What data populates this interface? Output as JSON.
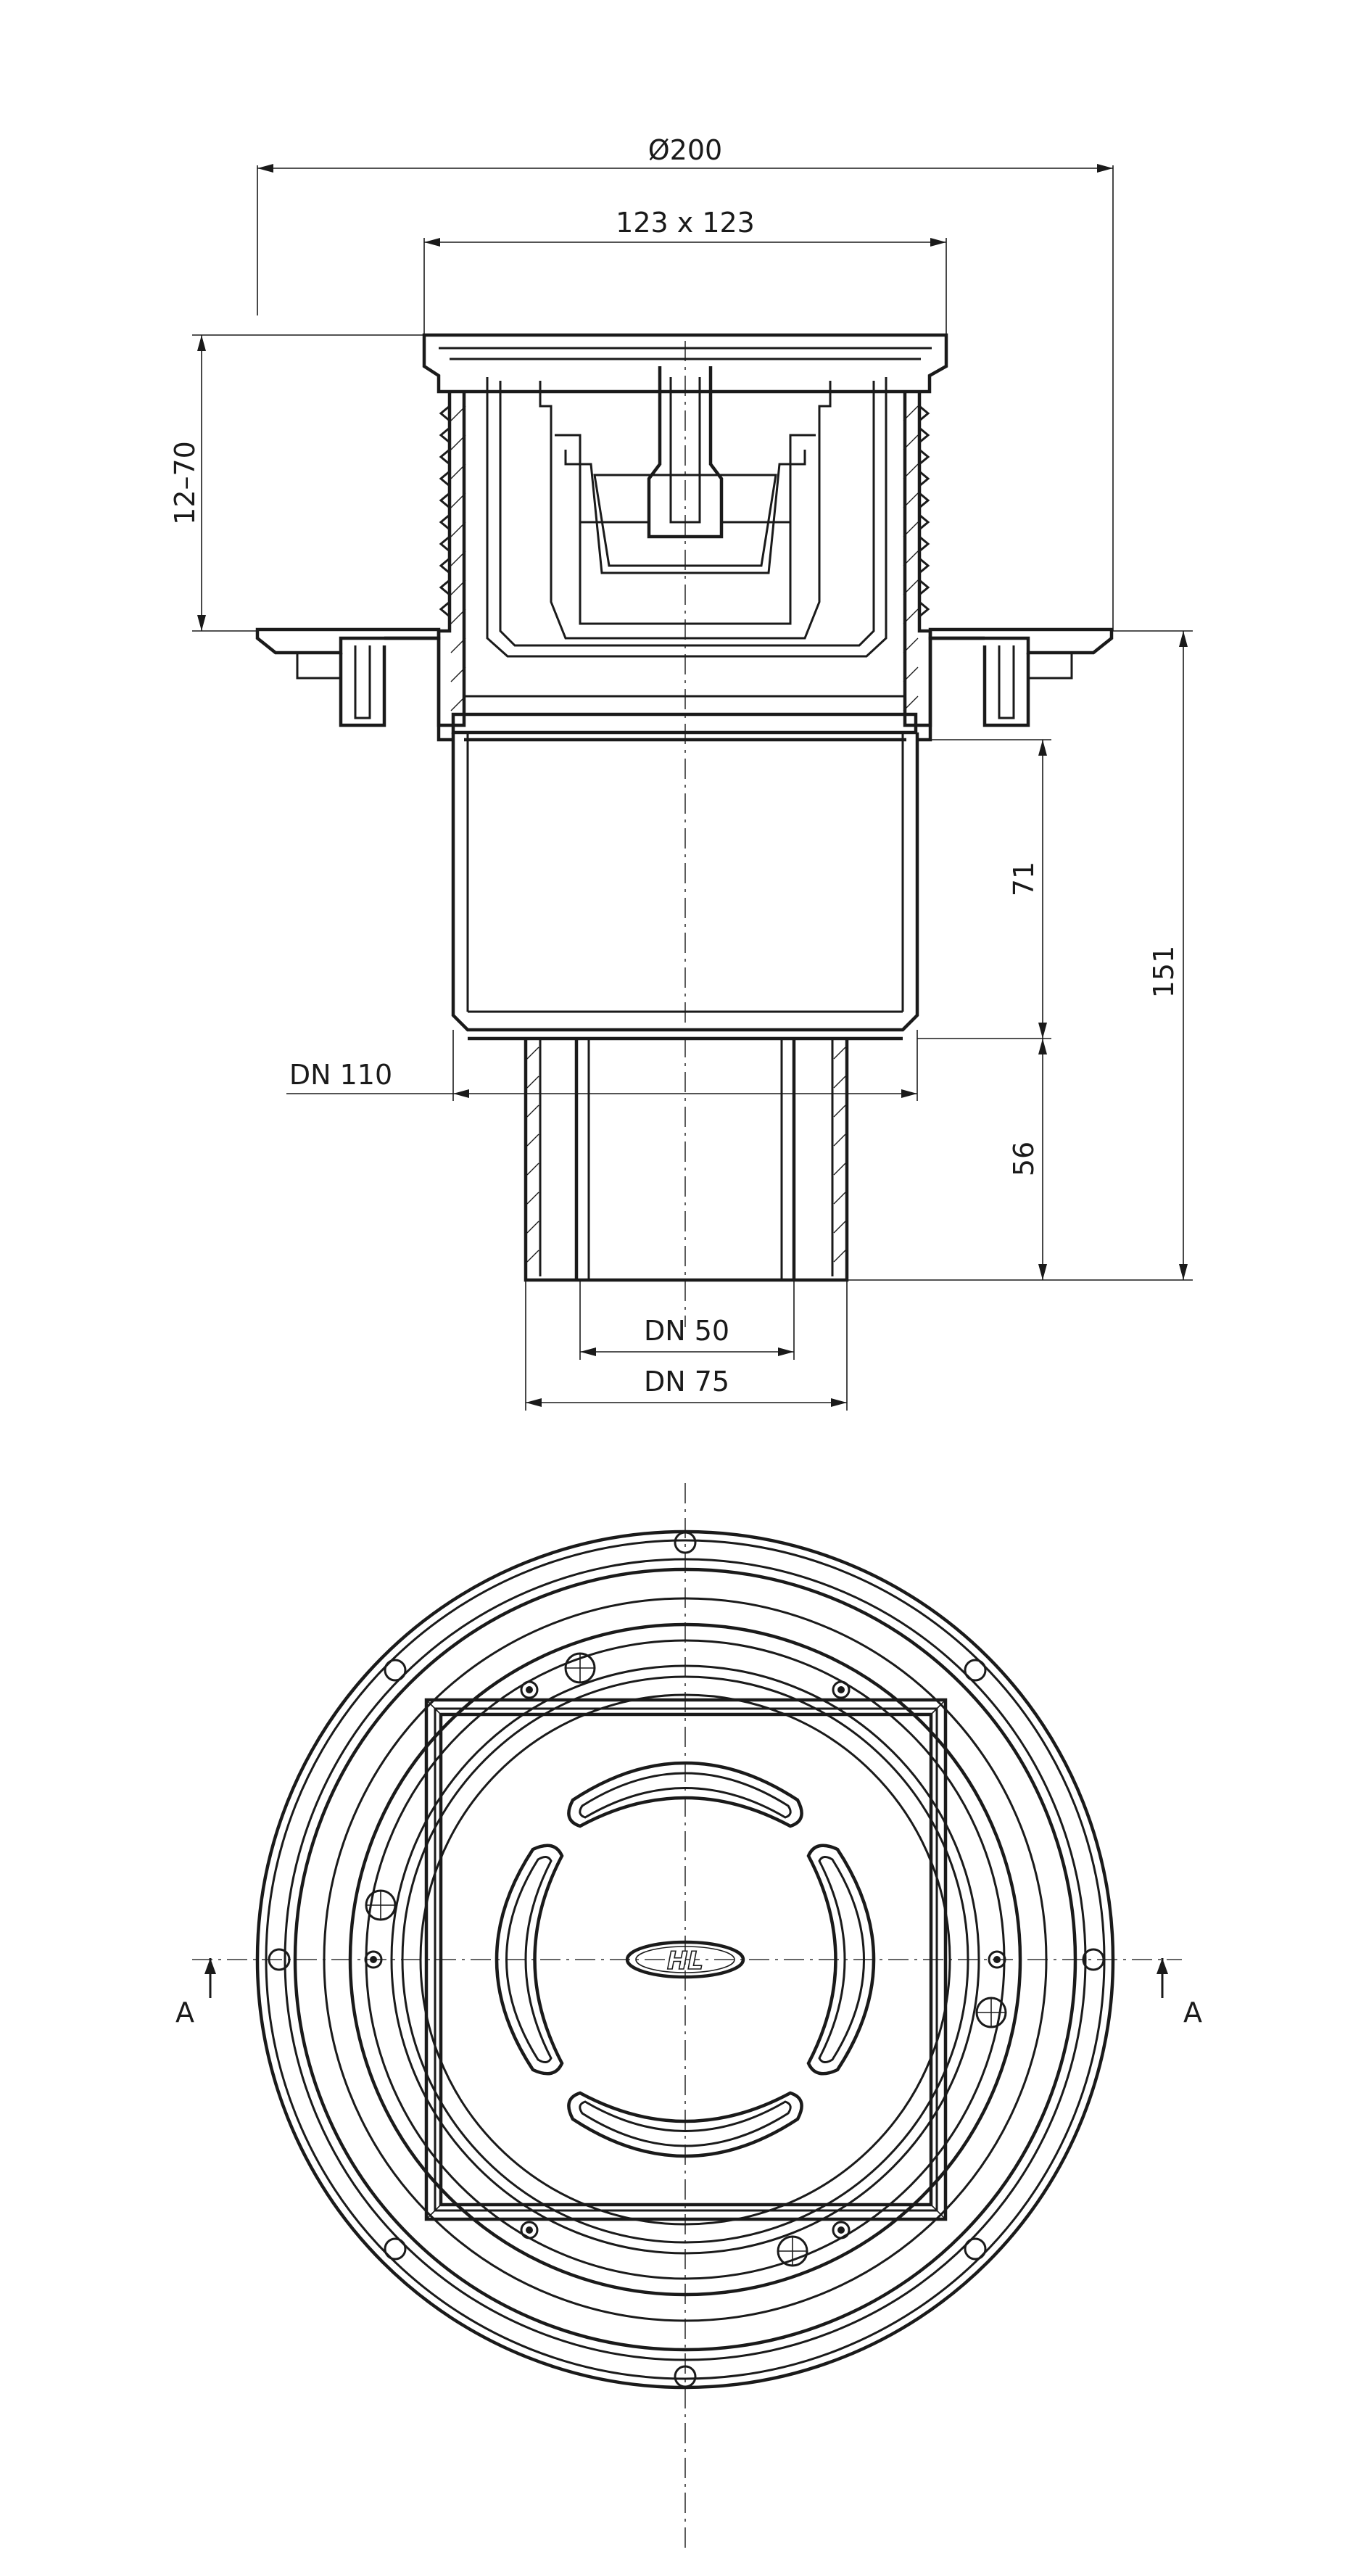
{
  "dimensions": {
    "outer_diameter": "Ø200",
    "grate_size": "123 x 123",
    "height_range": "12–70",
    "upper_depth": "71",
    "total_depth": "151",
    "lower_depth": "56",
    "outlet_dn110": "DN 110",
    "outlet_dn50": "DN 50",
    "outlet_dn75": "DN 75"
  },
  "plan_view": {
    "logo_text": "HL",
    "section_mark_left": "A",
    "section_mark_right": "A"
  }
}
